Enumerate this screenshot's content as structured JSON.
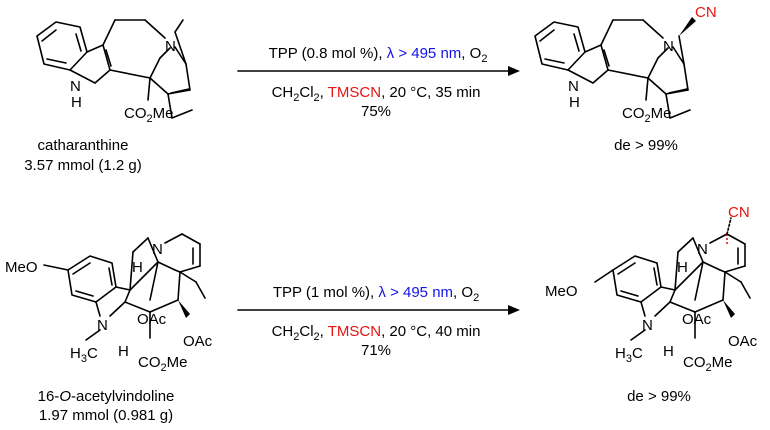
{
  "reactions": [
    {
      "conditions_top": {
        "reagent": "TPP (0.8 mol %), ",
        "light": "λ > 495 nm",
        "gas_pre": ", O",
        "gas_sub": "2"
      },
      "conditions_bottom": {
        "solvent_pre": "CH",
        "solvent_sub1": "2",
        "solvent_mid": "Cl",
        "solvent_sub2": "2",
        "comma": ", ",
        "reagent": "TMSCN",
        "rest": ", 20 °C, 35 min"
      },
      "yield": "75%",
      "starting_material": {
        "name": "catharanthine",
        "amount": "3.57 mmol (1.2 g)",
        "atoms": {
          "n": "N",
          "nh_n": "N",
          "nh_h": "H",
          "ester_pre": "CO",
          "ester_sub": "2",
          "ester_post": "Me"
        }
      },
      "product": {
        "de": "de > 99%",
        "atoms": {
          "n": "N",
          "nh_n": "N",
          "nh_h": "H",
          "ester_pre": "CO",
          "ester_sub": "2",
          "ester_post": "Me",
          "cn": "CN"
        }
      }
    },
    {
      "conditions_top": {
        "reagent": "TPP (1 mol %), ",
        "light": "λ > 495 nm",
        "gas_pre": ", O",
        "gas_sub": "2"
      },
      "conditions_bottom": {
        "solvent_pre": "CH",
        "solvent_sub1": "2",
        "solvent_mid": "Cl",
        "solvent_sub2": "2",
        "comma": ", ",
        "reagent": "TMSCN",
        "rest": ", 20 °C, 40 min"
      },
      "yield": "71%",
      "starting_material": {
        "name_pre": "16-",
        "name_italic": "O",
        "name_post": "-acetylvindoline",
        "amount": "1.97 mmol (0.981 g)",
        "atoms": {
          "meo": "MeO",
          "n_top": "N",
          "n_ind": "N",
          "h3c": "H",
          "h3c_sub": "3",
          "h3c_c": "C",
          "h_top": "H",
          "h_low": "H",
          "oac1": "OAc",
          "oac2": "OAc",
          "ester_pre": "CO",
          "ester_sub": "2",
          "ester_post": "Me"
        }
      },
      "product": {
        "de": "de > 99%",
        "atoms": {
          "meo": "MeO",
          "n_top": "N",
          "n_ind": "N",
          "h3c": "H",
          "h3c_sub": "3",
          "h3c_c": "C",
          "h_top": "H",
          "h_low": "H",
          "oac1": "OAc",
          "oac2": "OAc",
          "ester_pre": "CO",
          "ester_sub": "2",
          "ester_post": "Me",
          "cn": "CN"
        }
      }
    }
  ],
  "colors": {
    "light": "#1414e6",
    "reagent": "#e61414",
    "ink": "#000000"
  }
}
